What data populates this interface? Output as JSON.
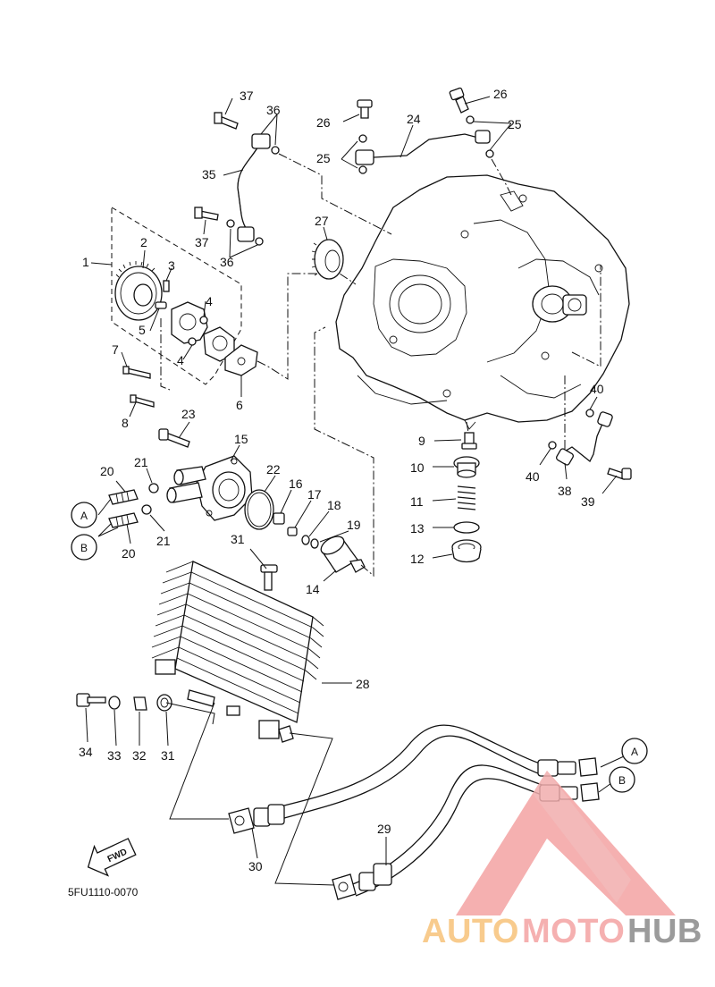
{
  "diagram": {
    "part_numbers": [
      "1",
      "2",
      "3",
      "4",
      "5",
      "6",
      "7",
      "8",
      "9",
      "10",
      "11",
      "12",
      "13",
      "14",
      "15",
      "16",
      "17",
      "18",
      "19",
      "20",
      "21",
      "22",
      "23",
      "24",
      "25",
      "26",
      "27",
      "28",
      "29",
      "30",
      "31",
      "32",
      "33",
      "34",
      "35",
      "36",
      "37",
      "38",
      "39",
      "40"
    ],
    "connector_refs": {
      "a": "A",
      "b": "B"
    },
    "direction_label": "FWD",
    "drawing_code": "5FU1110-0070"
  },
  "watermark": {
    "part1": "AUTO",
    "part2": "MOTO",
    "part3": "HUB",
    "color_primary": "#f4a3a3",
    "color_accent": "#f7c37a",
    "color_grey": "#8a8a8a"
  }
}
